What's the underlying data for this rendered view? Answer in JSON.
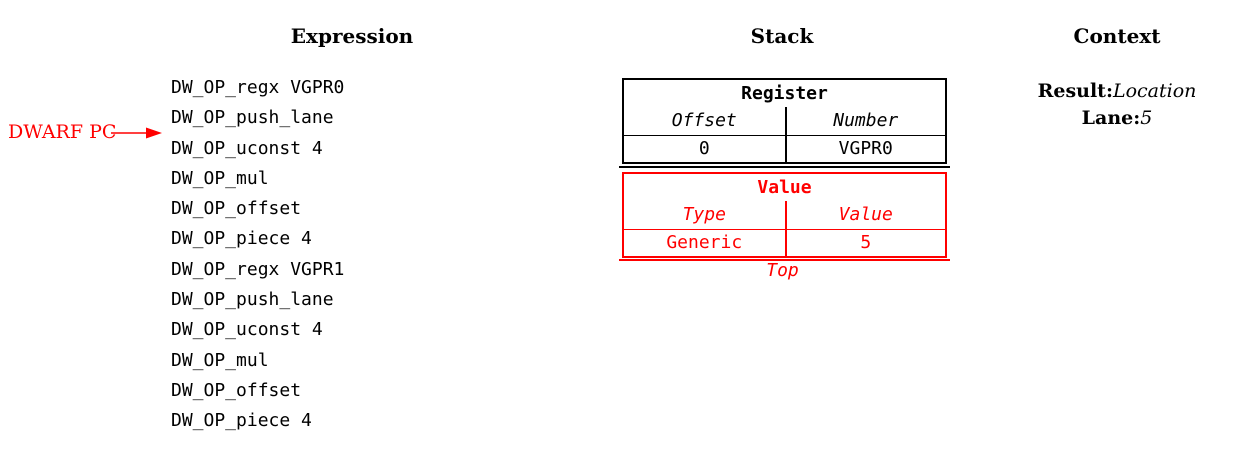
{
  "headers": {
    "expression": "Expression",
    "stack": "Stack",
    "context": "Context"
  },
  "expression": {
    "items": [
      "DW_OP_regx VGPR0",
      "DW_OP_push_lane",
      "DW_OP_uconst 4",
      "DW_OP_mul",
      "DW_OP_offset",
      "DW_OP_piece 4",
      "DW_OP_regx VGPR1",
      "DW_OP_push_lane",
      "DW_OP_uconst 4",
      "DW_OP_mul",
      "DW_OP_offset",
      "DW_OP_piece 4"
    ]
  },
  "annotations": {
    "dwarf_pc_label": "DWARF PC",
    "points_to_item": "DW_OP_uconst 4"
  },
  "stack": {
    "register_frame": {
      "title": "Register",
      "left_header": "Offset",
      "right_header": "Number",
      "left_value": "0",
      "right_value": "VGPR0"
    },
    "value_frame": {
      "title": "Value",
      "left_header": "Type",
      "right_header": "Value",
      "left_value": "Generic",
      "right_value": "5"
    },
    "top_label": "Top"
  },
  "context": {
    "result_label": "Result:",
    "result_value": "Location",
    "lane_label": "Lane:",
    "lane_value": "5"
  },
  "colors": {
    "accent_red": "#ff0000",
    "black": "#000000"
  }
}
